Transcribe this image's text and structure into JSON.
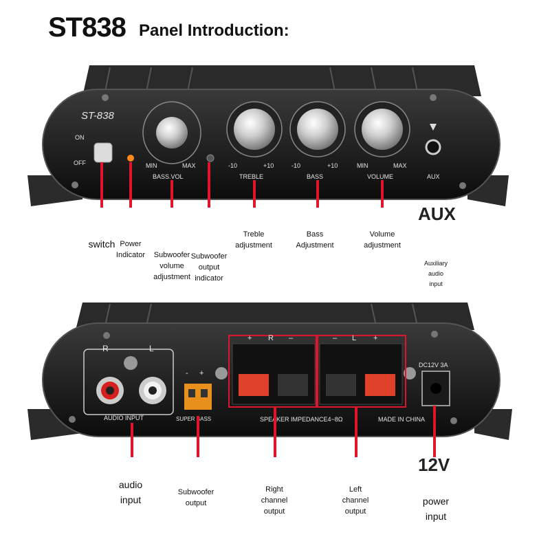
{
  "header": {
    "model": "ST838",
    "subtitle": "Panel Introduction:"
  },
  "front_panel": {
    "brand": "ST-838",
    "switch_on": "ON",
    "switch_off": "OFF",
    "bass_vol_min": "MIN",
    "bass_vol_max": "MAX",
    "bass_vol_label": "BASS.VOL",
    "treble_min": "-10",
    "treble_max": "+10",
    "treble_label": "TREBLE",
    "bass_min": "-10",
    "bass_max": "+10",
    "bass_label": "BASS",
    "volume_min": "MIN",
    "volume_max": "MAX",
    "volume_label": "VOLUME",
    "aux_label": "AUX"
  },
  "back_panel": {
    "audio_r": "R",
    "audio_l": "L",
    "audio_input": "AUDIO INPUT",
    "super_bass_minus": "-",
    "super_bass_plus": "+",
    "super_bass": "SUPER BASS",
    "right_plus": "+",
    "right_r": "R",
    "right_minus": "–",
    "left_minus": "–",
    "left_l": "L",
    "left_plus": "+",
    "speaker_impedance": "SPEAKER IMPEDANCE4~8Ω",
    "dc_rating": "DC12V 3A",
    "made_in": "MADE IN CHINA"
  },
  "overlay": {
    "aux_big": "AUX",
    "twelve_v": "12V"
  },
  "labels": {
    "switch": "switch",
    "power_indicator": "Power\nIndicator",
    "subwoofer_volume": "Subwoofer\nvolume\nadjustment",
    "subwoofer_output_indicator": "Subwoofer\noutput\nindicator",
    "treble_adjustment": "Treble\nadjustment",
    "bass_adjustment": "Bass\nAdjustment",
    "volume_adjustment": "Volume\nadjustment",
    "auxiliary_audio_input": "Auxiliary\naudio\ninput",
    "audio_input": "audio\ninput",
    "subwoofer_output": "Subwoofer\noutput",
    "right_channel_output": "Right\nchannel\noutput",
    "left_channel_output": "Left\nchannel\noutput",
    "power_input": "power\ninput"
  },
  "colors": {
    "callout_red": "#e0142a",
    "panel_dark": "#141414",
    "knob_silver": "#c9c9c9",
    "terminal_red": "#e0412a",
    "led_orange": "#ff8a1a"
  }
}
